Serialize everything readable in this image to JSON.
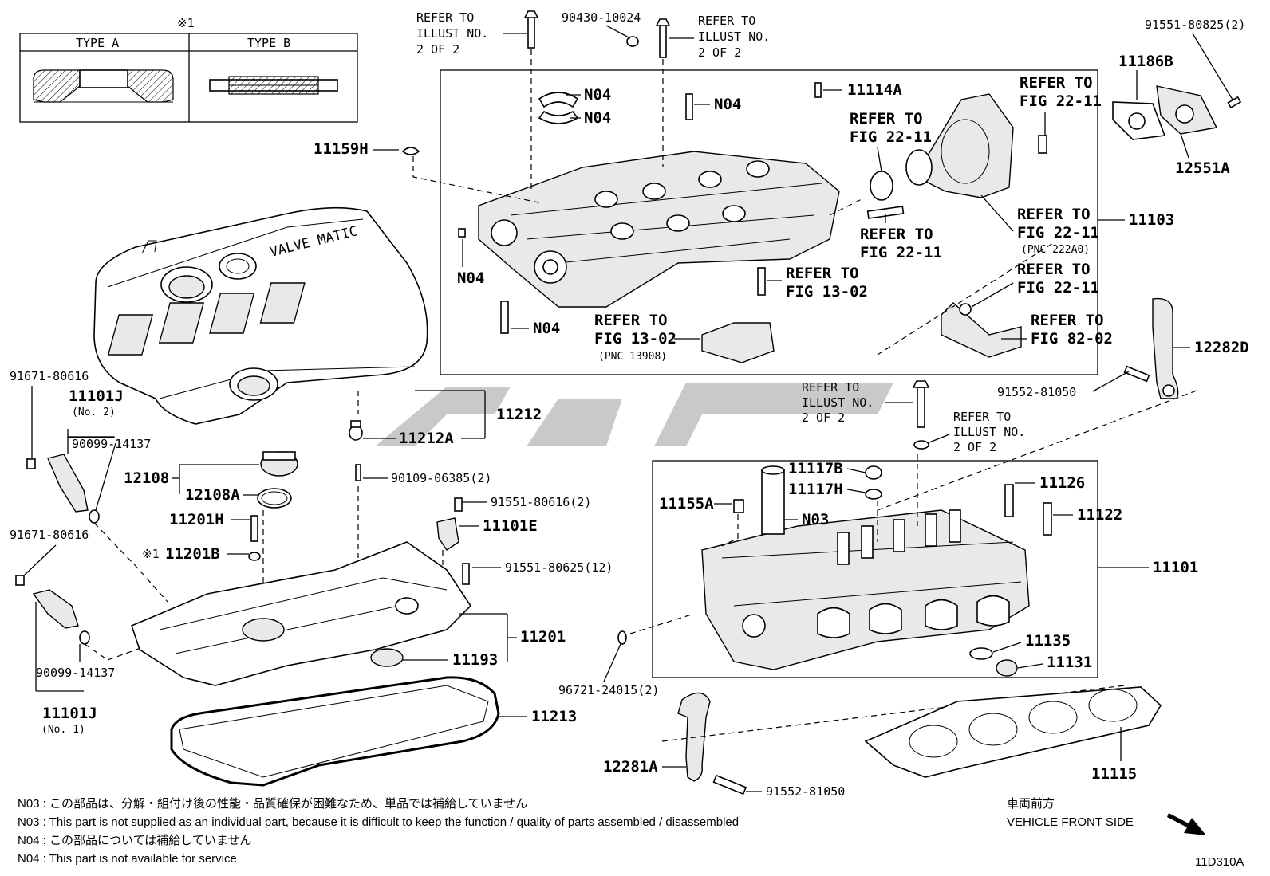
{
  "diagram_id": "11D310A",
  "legend": {
    "marker": "※1",
    "type_a": "TYPE A",
    "type_b": "TYPE B"
  },
  "labels": {
    "refer_illust_top_1": [
      "REFER TO",
      "ILLUST NO.",
      "2 OF 2"
    ],
    "p_90430": "90430-10024",
    "refer_illust_top_2": [
      "REFER TO",
      "ILLUST NO.",
      "2 OF 2"
    ],
    "p_91551_80825": "91551-80825(2)",
    "p_11186B": "11186B",
    "p_12551A": "12551A",
    "n04_a": "N04",
    "n04_b": "N04",
    "n04_c": "N04",
    "p_11114A": "11114A",
    "refer_22_11_a": [
      "REFER TO",
      "FIG 22-11"
    ],
    "refer_22_11_b": [
      "REFER TO",
      "FIG 22-11"
    ],
    "p_11159H": "11159H",
    "refer_22_11_c": [
      "REFER TO",
      "FIG 22-11",
      "(PNC 222A0)"
    ],
    "refer_22_11_d": [
      "REFER TO",
      "FIG 22-11"
    ],
    "p_11103": "11103",
    "n04_d": "N04",
    "refer_13_02_a": [
      "REFER TO",
      "FIG 13-02"
    ],
    "refer_22_11_e": [
      "REFER TO",
      "FIG 22-11"
    ],
    "n04_e": "N04",
    "refer_13_02_b": [
      "REFER TO",
      "FIG 13-02",
      "(PNC 13908)"
    ],
    "refer_82_02": [
      "REFER TO",
      "FIG 82-02"
    ],
    "p_12282D": "12282D",
    "p_91671_a": "91671-80616",
    "p_11101J_2": "11101J",
    "p_11101J_2_sub": "(No. 2)",
    "p_90099_a": "90099-14137",
    "refer_illust_mid_1": [
      "REFER TO",
      "ILLUST NO.",
      "2 OF 2"
    ],
    "p_91552_81050_a": "91552-81050",
    "p_11212": "11212",
    "p_11212A": "11212A",
    "refer_illust_mid_2": [
      "REFER TO",
      "ILLUST NO.",
      "2 OF 2"
    ],
    "p_12108": "12108",
    "p_12108A": "12108A",
    "p_90109": "90109-06385(2)",
    "p_91551_80616": "91551-80616(2)",
    "p_11117B": "11117B",
    "p_11117H": "11117H",
    "p_11155A": "11155A",
    "p_N03": "N03",
    "p_11126": "11126",
    "p_11122": "11122",
    "p_11201H": "11201H",
    "p_11101E": "11101E",
    "p_91671_b": "91671-80616",
    "p_11201B": "11201B",
    "p_11201B_marker": "※1",
    "p_91551_80625": "91551-80625(12)",
    "p_11101": "11101",
    "p_11201": "11201",
    "p_11193": "11193",
    "p_11135": "11135",
    "p_11131": "11131",
    "p_90099_b": "90099-14137",
    "p_96721": "96721-24015(2)",
    "p_11101J_1": "11101J",
    "p_11101J_1_sub": "(No. 1)",
    "p_11213": "11213",
    "p_12281A": "12281A",
    "p_11115": "11115",
    "p_91552_81050_b": "91552-81050"
  },
  "notes": [
    "N03 : この部品は、分解・組付け後の性能・品質確保が困難なため、単品では補給していません",
    "N03 : This part is not supplied as an individual part, because it is difficult to keep the function / quality of parts  assembled / disassembled",
    "N04 : この部品については補給していません",
    "N04 : This part is not available for service"
  ],
  "front_side": {
    "jp": "車両前方",
    "en": "VEHICLE FRONT SIDE"
  },
  "cover_text": "VALVE MATIC",
  "icons": [
    "toyota-logo-icon",
    "front-arrow-icon"
  ]
}
